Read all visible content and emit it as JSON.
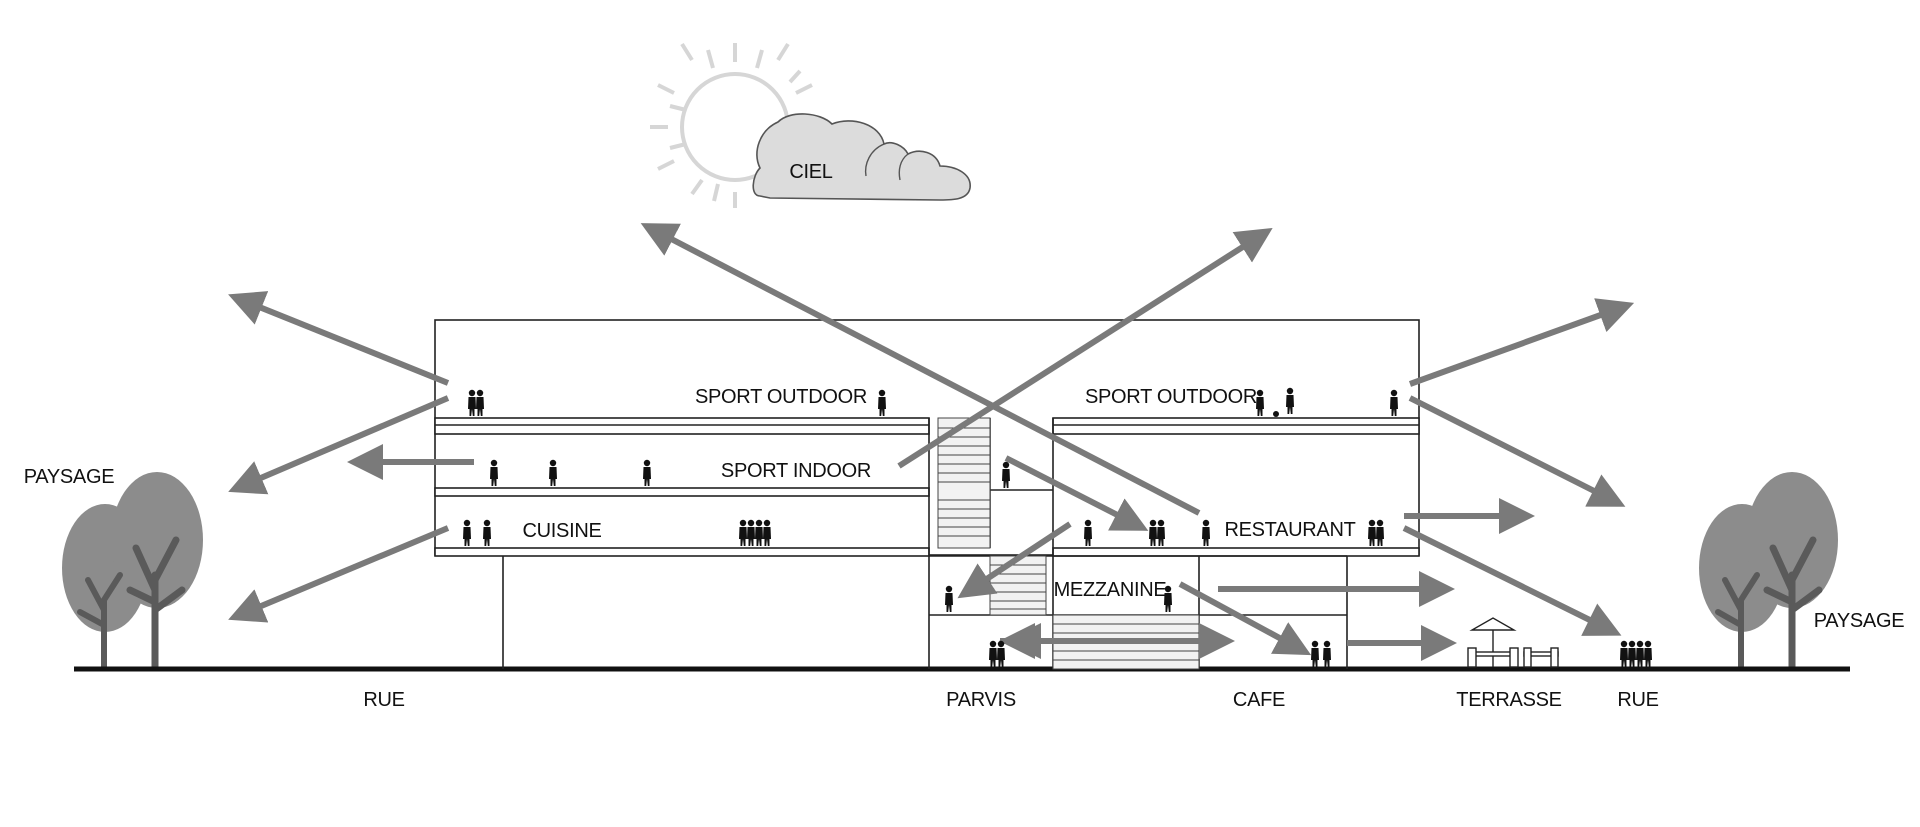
{
  "diagram": {
    "colors": {
      "arrow": "#7a7a7a",
      "lines": "#222222",
      "tree": "#8c8c8c",
      "tree_trunk": "#5a5a5a",
      "sun": "#d6d6d6",
      "cloud": "#dcdcdc",
      "people": "#111111"
    },
    "labels": {
      "sky": "CIEL",
      "sport_outdoor_left": "SPORT OUTDOOR",
      "sport_outdoor_right": "SPORT OUTDOOR",
      "sport_indoor": "SPORT INDOOR",
      "cuisine": "CUISINE",
      "restaurant": "RESTAURANT",
      "mezzanine": "MEZZANINE",
      "landscape_left": "PAYSAGE",
      "landscape_right": "PAYSAGE",
      "street_left": "RUE",
      "forecourt": "PARVIS",
      "cafe": "CAFE",
      "terrace": "TERRASSE",
      "street_right": "RUE"
    },
    "icons": [
      "sun-icon",
      "cloud-icon",
      "tree-icon",
      "person-icon",
      "umbrella-table-icon",
      "arrow-icon"
    ]
  }
}
